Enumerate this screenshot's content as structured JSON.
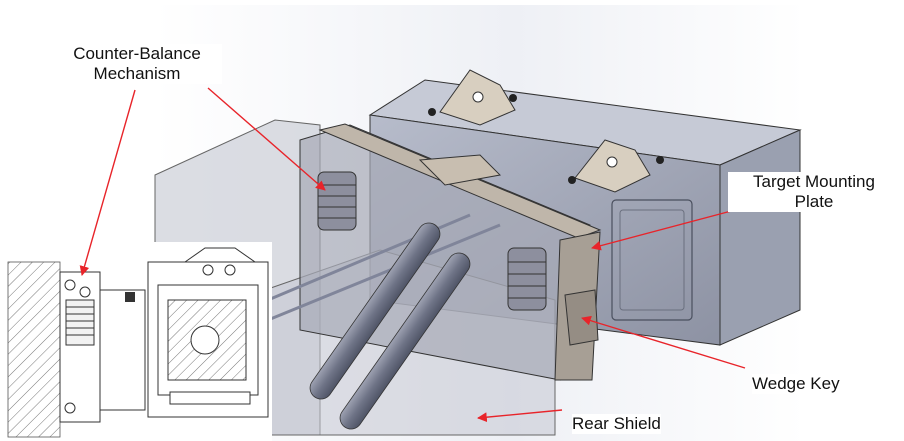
{
  "callouts": {
    "counter_balance_line1": "Counter-Balance",
    "counter_balance_line2": "Mechanism",
    "target_mount_line1": "Target Mounting",
    "target_mount_line2": "Plate",
    "wedge_key": "Wedge Key",
    "rear_shield": "Rear Shield"
  },
  "colors": {
    "annotation": "#e8242a",
    "housing": "#a9aebd",
    "plate": "#b0aaa3",
    "shield": "#c9cbd4",
    "background_gradient": "#e9ecf2"
  },
  "views": {
    "main": "isometric-cad-assembly",
    "inset": "cross-section-detail"
  }
}
